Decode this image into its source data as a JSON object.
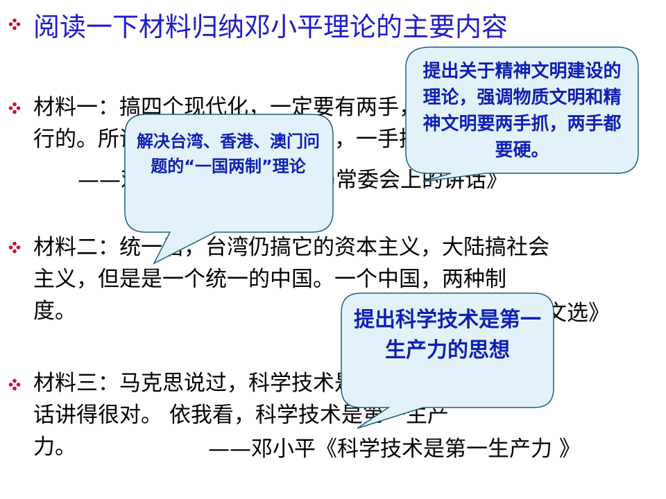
{
  "title": "阅读一下材料归纳邓小平理论的主要内容",
  "materials": [
    {
      "lines": [
        "材料一：搞四个现代化，一定要有两手，只有一手是不",
        "行的。所谓两手，即一手抓建设，一手抓法制。"
      ],
      "source": "——邓小平《在中央政治局常委会上的讲话》"
    },
    {
      "lines": [
        "材料二：统一后，台湾仍搞它的资本主义，大陆搞社会",
        "主义，但是是一个统一的中国。一个中国，两种制",
        "度。"
      ],
      "source": "——《邓小平文选》"
    },
    {
      "lines": [
        "材料三：马克思说过，科学技术是生产力，事实证明这",
        "话讲得很对。 依我看，科学技术是第一生产",
        "力。"
      ],
      "source": "——邓小平《科学技术是第一生产力 》"
    }
  ],
  "callouts": {
    "spiritual": "提出关于精神文明建设的理论，强调物质文明和精神文明要两手抓，两手都要硬。",
    "one_country": "解决台湾、香港、澳门问题的“一国两制”理论",
    "science": "提出科学技术是第一生产力的思想"
  },
  "colors": {
    "title": "#1d1dcc",
    "callout_fill": "#e3f2f9",
    "callout_text": "#0f1fb3",
    "bullet": "#c8102e"
  }
}
